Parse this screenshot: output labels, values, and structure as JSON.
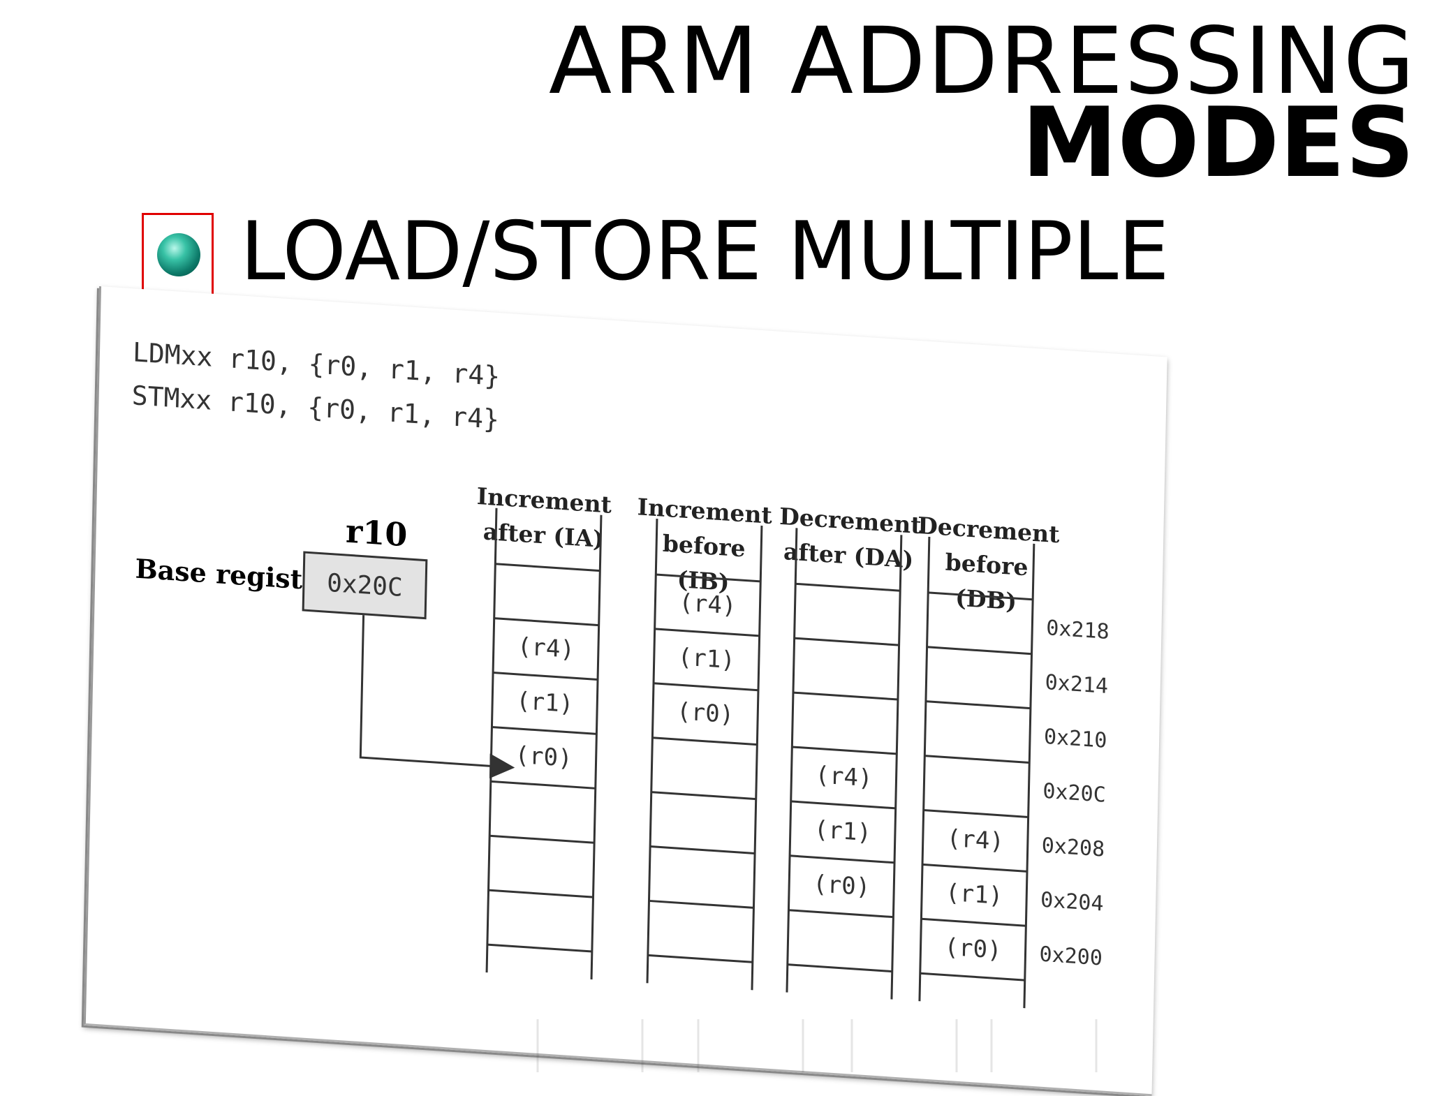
{
  "title": {
    "line1": "ARM ADDRESSING",
    "line2": "MODES"
  },
  "bullet": {
    "icon": "gem-bullet-icon",
    "text": "LOAD/STORE MULTIPLE"
  },
  "code": {
    "line1": "LDMxx r10, {r0, r1, r4}",
    "line2": "STMxx r10, {r0, r1, r4}"
  },
  "register": {
    "name": "r10",
    "label": "Base register",
    "value": "0x20C"
  },
  "columns": [
    {
      "line1": "Increment",
      "line2": "after (IA)",
      "cells": [
        "",
        "(r4)",
        "(r1)",
        "(r0)",
        "",
        "",
        ""
      ]
    },
    {
      "line1": "Increment",
      "line2": "before (IB)",
      "cells": [
        "(r4)",
        "(r1)",
        "(r0)",
        "",
        "",
        "",
        ""
      ]
    },
    {
      "line1": "Decrement",
      "line2": "after (DA)",
      "cells": [
        "",
        "",
        "",
        "(r4)",
        "(r1)",
        "(r0)",
        ""
      ]
    },
    {
      "line1": "Decrement",
      "line2": "before (DB)",
      "cells": [
        "",
        "",
        "",
        "",
        "(r4)",
        "(r1)",
        "(r0)"
      ]
    }
  ],
  "addresses": [
    "0x218",
    "0x214",
    "0x210",
    "0x20C",
    "0x208",
    "0x204",
    "0x200"
  ],
  "colors": {
    "highlight_border": "#e00000",
    "box_fill": "#e3e3e3",
    "line": "#333333"
  }
}
